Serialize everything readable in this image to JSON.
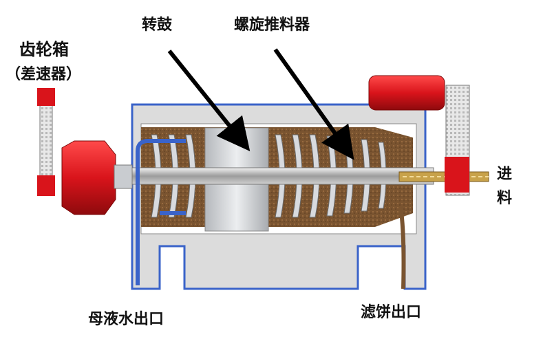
{
  "labels": {
    "gearbox": "齿轮箱",
    "gearbox_sub": "（差速器）",
    "bowl": "转鼓",
    "screw_conveyor": "螺旋推料器",
    "feed_line1": "进",
    "feed_line2": "料",
    "mother_liquor_outlet": "母液水出口",
    "filter_cake_outlet": "滤饼出口"
  },
  "colors": {
    "frame_fill": "#dcdcdc",
    "frame_border": "#3a63c9",
    "motor_red": "#d9141b",
    "sludge_brown": "#7a5430",
    "drum_gray": "#c9ccd0",
    "liquid_blue": "#3a63c9",
    "feed_gold": "#c8a24a"
  }
}
